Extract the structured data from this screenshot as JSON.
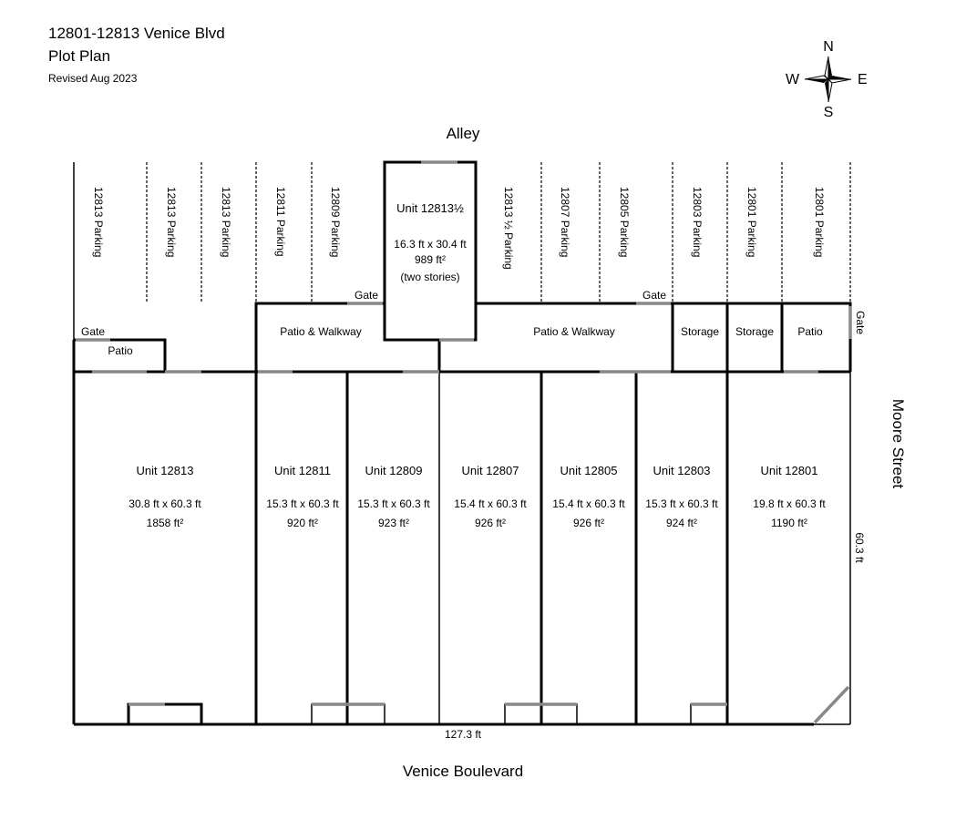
{
  "header": {
    "title": "12801-12813 Venice Blvd",
    "subtitle": "Plot Plan",
    "revised": "Revised Aug 2023"
  },
  "compass": {
    "n": "N",
    "s": "S",
    "e": "E",
    "w": "W"
  },
  "streets": {
    "north": "Alley",
    "south": "Venice Boulevard",
    "east": "Moore Street"
  },
  "dimensions": {
    "width": "127.3 ft",
    "depth": "60.3 ft"
  },
  "parking": [
    "12813 Parking",
    "12813 Parking",
    "12813 Parking",
    "12811 Parking",
    "12809 Parking",
    "12813  ½ Parking",
    "12807 Parking",
    "12805 Parking",
    "12803 Parking",
    "12801 Parking",
    "12801 Parking"
  ],
  "rear_unit": {
    "name": "Unit 12813½",
    "size": "16.3 ft x 30.4 ft",
    "area": "989 ft²",
    "note": "(two stories)"
  },
  "areas": {
    "gate_left": "Gate",
    "gate_mid": "Gate",
    "gate_right": "Gate",
    "gate_east": "Gate",
    "patio_left": "Patio",
    "patio_walkway_1": "Patio & Walkway",
    "patio_walkway_2": "Patio & Walkway",
    "storage_1": "Storage",
    "storage_2": "Storage",
    "patio_right": "Patio"
  },
  "units": [
    {
      "name": "Unit 12813",
      "size": "30.8 ft x 60.3 ft",
      "area": "1858 ft²"
    },
    {
      "name": "Unit 12811",
      "size": "15.3 ft x 60.3 ft",
      "area": "920 ft²"
    },
    {
      "name": "Unit 12809",
      "size": "15.3 ft x 60.3 ft",
      "area": "923 ft²"
    },
    {
      "name": "Unit 12807",
      "size": "15.4 ft x 60.3 ft",
      "area": "926 ft²"
    },
    {
      "name": "Unit 12805",
      "size": "15.4 ft x 60.3 ft",
      "area": "926 ft²"
    },
    {
      "name": "Unit 12803",
      "size": "15.3 ft x 60.3 ft",
      "area": "924 ft²"
    },
    {
      "name": "Unit 12801",
      "size": "19.8 ft x 60.3 ft",
      "area": "1190 ft²"
    }
  ]
}
